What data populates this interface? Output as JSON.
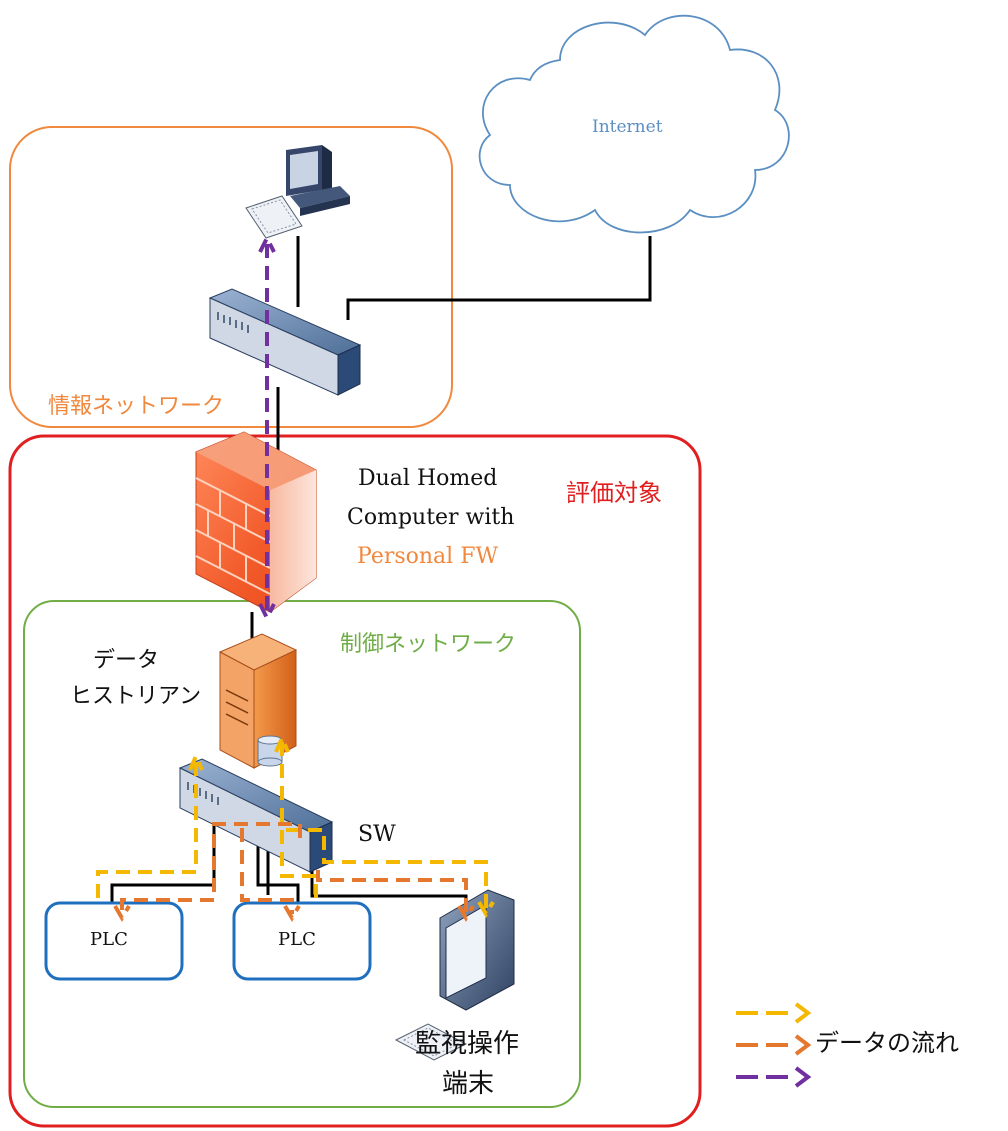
{
  "colors": {
    "info_zone": "#f0883e",
    "target_zone": "#e02020",
    "control_zone": "#70ad47",
    "cloud_stroke": "#5b8fc2",
    "plc_stroke": "#1f6fbf",
    "flow_yellow": "#f5b800",
    "flow_orange": "#e4782f",
    "flow_purple": "#7030a0"
  },
  "labels": {
    "internet": "Internet",
    "info_network": "情報ネットワーク",
    "evaluation_target": "評価対象",
    "dual_homed_line1": "Dual Homed",
    "dual_homed_line2": "Computer with",
    "dual_homed_line3": "Personal FW",
    "control_network": "制御ネットワーク",
    "historian_line1": "データ",
    "historian_line2": "ヒストリアン",
    "switch": "SW",
    "plc_left": "PLC",
    "plc_right": "PLC",
    "terminal_line1": "監視操作",
    "terminal_line2": "端末",
    "legend": "データの流れ"
  },
  "icons": [
    "cloud-icon",
    "workstation-icon",
    "network-switch-icon",
    "firewall-icon",
    "server-icon",
    "database-icon",
    "monitor-icon",
    "keyboard-icon",
    "arrow-icon"
  ]
}
